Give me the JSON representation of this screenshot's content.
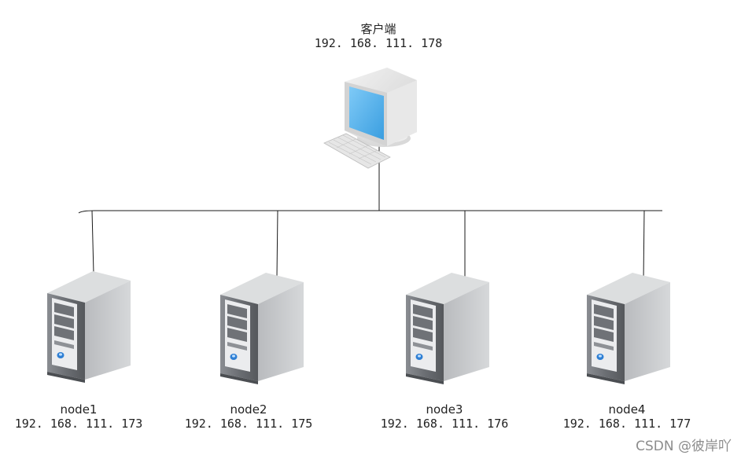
{
  "client": {
    "name": "客户端",
    "ip": "192. 168. 111. 178"
  },
  "nodes": [
    {
      "name": "node1",
      "ip": "192. 168. 111. 173"
    },
    {
      "name": "node2",
      "ip": "192. 168. 111. 175"
    },
    {
      "name": "node3",
      "ip": "192. 168. 111. 176"
    },
    {
      "name": "node4",
      "ip": "192. 168. 111. 177"
    }
  ],
  "watermark": "CSDN @彼岸吖",
  "colors": {
    "line": "#1a1a1a",
    "screen": "#5ab8f0",
    "monitor_body": "#e4e4e4",
    "server_body": "#c4c6c9",
    "server_front": "#6e7176"
  }
}
